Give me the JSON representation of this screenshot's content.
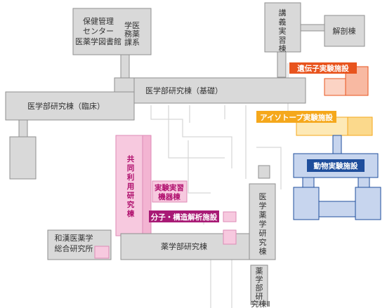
{
  "colors": {
    "gray_building": "#d9d9d9",
    "highlight_red": "#e8541e",
    "highlight_orange": "#f5a81c",
    "highlight_blue": "#1f4e9c",
    "highlight_magenta": "#a81a75",
    "shared_facility_pink": "#f7c9df"
  },
  "buildings": {
    "hoken_kanri": "保健管理\nセンター",
    "igaku_toshokan": "医薬学図書館",
    "gakumu": "学務\n医薬\n課系",
    "kogi_jisshu": "講義実習棟",
    "kaibou": "解剖棟",
    "kiso": "医学部研究棟（基礎）",
    "rinsho": "医学部研究棟（臨床）",
    "kyodo": "共同利用研究棟",
    "jikken_kiki": "実験実習\n機器棟",
    "wakan": "和漢医薬学\n総合研究所",
    "yakugakubu": "薬学部研究棟",
    "igaku_yakugaku": "医学薬学研究棟",
    "yakugakubu_2": "薬学部研究棟Ⅱ"
  },
  "highlights": {
    "idenshi": "遺伝子実験施設",
    "isotope": "アイソトープ実験施設",
    "doubutsu": "動物実験施設",
    "bunshi": "分子・構造解析施設"
  }
}
